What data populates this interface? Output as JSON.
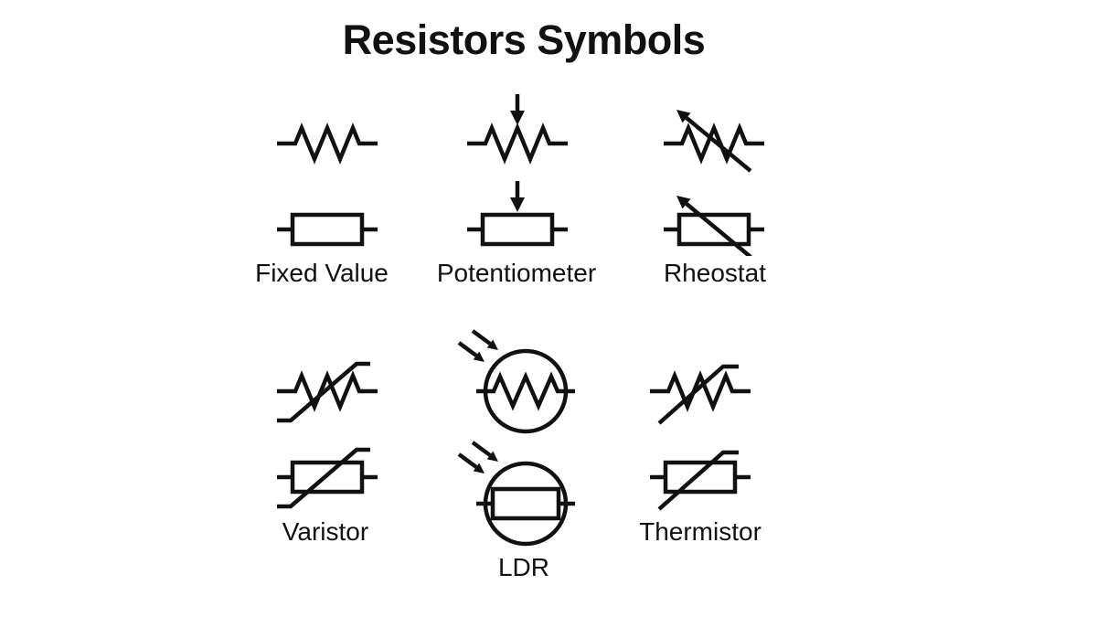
{
  "title": "Resistors Symbols",
  "colors": {
    "background": "#ffffff",
    "ink": "#111111"
  },
  "symbols": {
    "fixed_value": {
      "label": "Fixed Value",
      "variants": [
        "zigzag-resistor",
        "rectangle-resistor"
      ]
    },
    "potentiometer": {
      "label": "Potentiometer",
      "variants": [
        "zigzag-with-down-arrow",
        "rectangle-with-down-arrow"
      ]
    },
    "rheostat": {
      "label": "Rheostat",
      "variants": [
        "zigzag-with-diagonal-arrow",
        "rectangle-with-diagonal-arrow"
      ]
    },
    "varistor": {
      "label": "Varistor",
      "variants": [
        "zigzag-with-hooked-diagonal",
        "rectangle-with-hooked-diagonal"
      ]
    },
    "ldr": {
      "label": "LDR",
      "variants": [
        "circled-zigzag-with-light-arrows",
        "circled-rectangle-with-light-arrows"
      ]
    },
    "thermistor": {
      "label": "Thermistor",
      "variants": [
        "zigzag-with-half-hooked-diagonal",
        "rectangle-with-half-hooked-diagonal"
      ]
    }
  }
}
